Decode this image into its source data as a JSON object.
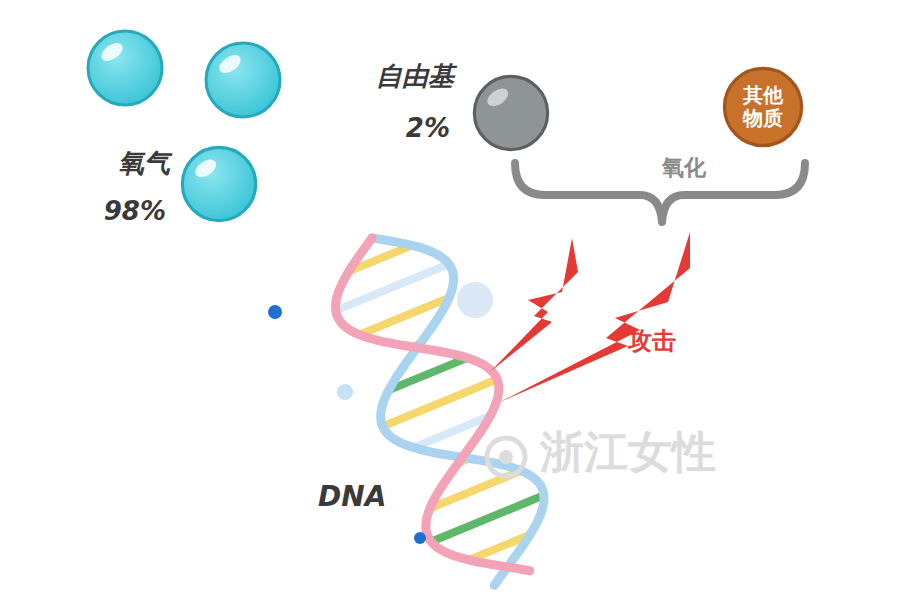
{
  "diagram": {
    "nodes": [
      {
        "text": [
          "氧气",
          "98%"
        ]
      },
      {
        "text": [
          "自由基",
          "2%"
        ]
      },
      {
        "text": [
          "其他 物质"
        ]
      }
    ],
    "labels": [
      "氧化",
      "攻击",
      "DNA",
      "浙江女性"
    ]
  }
}
